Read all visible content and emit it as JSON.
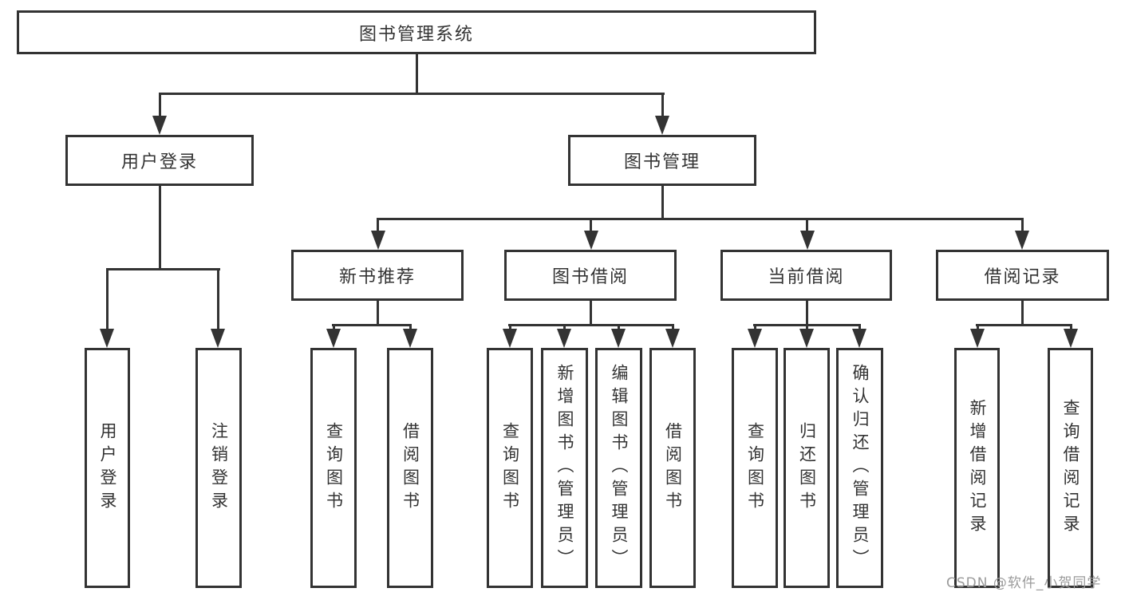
{
  "diagram": {
    "type": "tree",
    "title": "图书管理系统",
    "background_color": "#ffffff",
    "line_color": "#333333",
    "text_color": "#333333",
    "watermark_color": "#9b9b9b"
  },
  "nodes": {
    "root": "图书管理系统",
    "login": "用户登录",
    "manage": "图书管理",
    "recommend": "新书推荐",
    "borrow": "图书借阅",
    "current": "当前借阅",
    "records": "借阅记录",
    "login_1": "用户登录",
    "login_2": "注销登录",
    "recommend_1": "查询图书",
    "recommend_2": "借阅图书",
    "borrow_1": "查询图书",
    "borrow_2": "新增图书（管理员）",
    "borrow_3": "编辑图书（管理员）",
    "borrow_4": "借阅图书",
    "current_1": "查询图书",
    "current_2": "归还图书",
    "current_3": "确认归还（管理员）",
    "records_1": "新增借阅记录",
    "records_2": "查询借阅记录"
  },
  "structure": {
    "root": [
      "login",
      "manage"
    ],
    "login": [
      "login_1",
      "login_2"
    ],
    "manage": [
      "recommend",
      "borrow",
      "current",
      "records"
    ],
    "recommend": [
      "recommend_1",
      "recommend_2"
    ],
    "borrow": [
      "borrow_1",
      "borrow_2",
      "borrow_3",
      "borrow_4"
    ],
    "current": [
      "current_1",
      "current_2",
      "current_3"
    ],
    "records": [
      "records_1",
      "records_2"
    ]
  },
  "watermark": {
    "text": "CSDN @软件_小贺同学"
  }
}
